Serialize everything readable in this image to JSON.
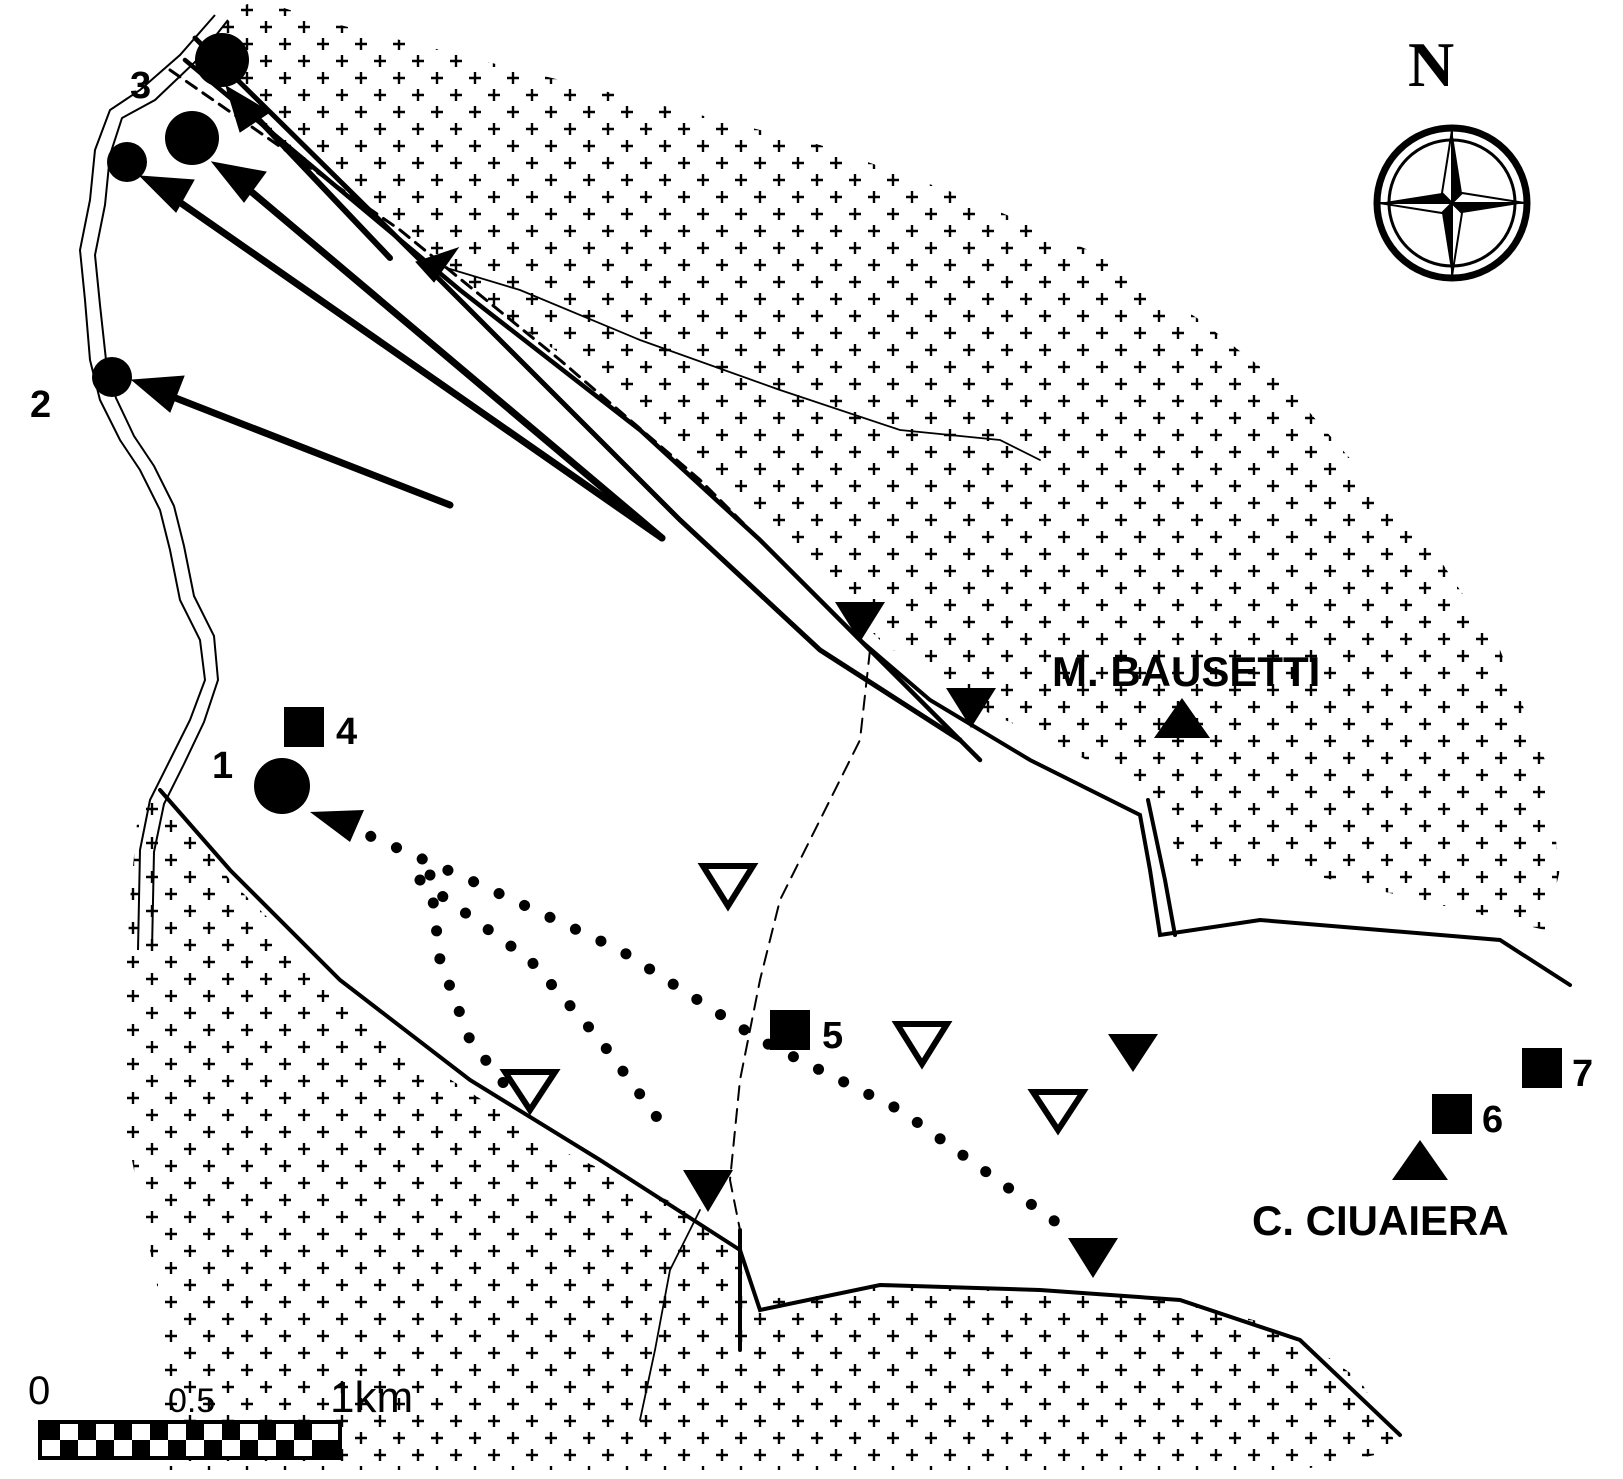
{
  "map": {
    "colors": {
      "ink": "#000000",
      "paper": "#ffffff"
    },
    "north": {
      "label": "N",
      "icon": "compass-rose-icon"
    },
    "places": [
      {
        "key": "bausetti",
        "label": "M. BAUSETTI",
        "icon": "peak-triangle-icon"
      },
      {
        "key": "ciuaiera",
        "label": "C. CIUAIERA",
        "icon": "peak-triangle-icon"
      }
    ],
    "sites": {
      "s1": "1",
      "s2": "2",
      "s3": "3",
      "s4": "4",
      "s5": "5",
      "s6": "6",
      "s7": "7"
    },
    "scale": {
      "tick_0": "0",
      "tick_mid": "0.5",
      "tick_end": "1km"
    }
  }
}
